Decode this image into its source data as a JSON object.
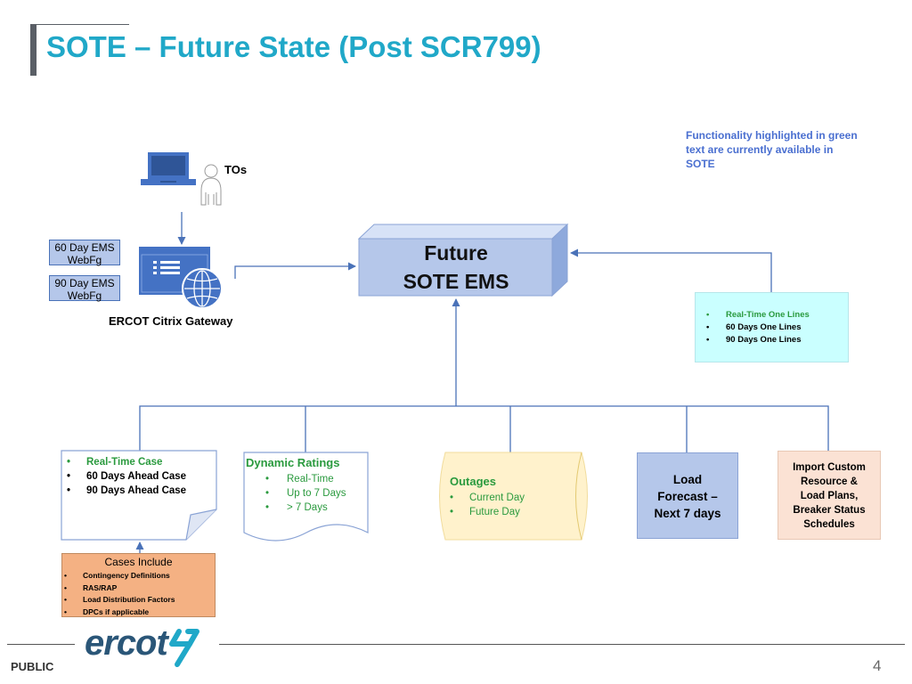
{
  "slide": {
    "title": "SOTE – Future State (Post SCR799)",
    "page_number": "4",
    "classification": "PUBLIC"
  },
  "note": "Functionality highlighted in green text are currently available in SOTE",
  "users": {
    "label": "TOs"
  },
  "gateway": {
    "label": "ERCOT Citrix Gateway",
    "webfg_60": "60 Day EMS WebFg",
    "webfg_90": "90 Day EMS WebFg"
  },
  "core": {
    "line1": "Future",
    "line2": "SOTE EMS"
  },
  "one_lines": {
    "items": [
      {
        "text": "Real-Time One Lines",
        "available": true
      },
      {
        "text": "60 Days One Lines",
        "available": false
      },
      {
        "text": "90 Days One Lines",
        "available": false
      }
    ]
  },
  "cases": {
    "items": [
      {
        "text": "Real-Time Case",
        "available": true
      },
      {
        "text": "60 Days Ahead Case",
        "available": false
      },
      {
        "text": "90 Days Ahead Case",
        "available": false
      }
    ]
  },
  "dynamic_ratings": {
    "title": "Dynamic Ratings",
    "items": [
      "Real-Time",
      "Up to 7 Days",
      "> 7 Days"
    ]
  },
  "outages": {
    "title": "Outages",
    "items": [
      "Current Day",
      "Future Day"
    ]
  },
  "load_forecast": {
    "line1": "Load",
    "line2": "Forecast –",
    "line3": "Next 7 days"
  },
  "import": {
    "line1": "Import Custom",
    "line2": "Resource &",
    "line3": "Load Plans,",
    "line4": "Breaker Status",
    "line5": "Schedules"
  },
  "cases_include": {
    "title": "Cases Include",
    "items": [
      "Contingency Definitions",
      "RAS/RAP",
      "Load Distribution Factors",
      "DPCs if applicable"
    ]
  },
  "logo": {
    "text": "ercot"
  },
  "colors": {
    "title": "#20a8c8",
    "available_green": "#2a9a3e",
    "note_blue": "#4a6fd0",
    "connector": "#4a72b8",
    "box_blue": "#b5c7ea",
    "one_lines_bg": "#caffff",
    "outages_bg": "#fff2cc",
    "import_bg": "#fbe2d4",
    "cases_include_bg": "#f4b183"
  }
}
